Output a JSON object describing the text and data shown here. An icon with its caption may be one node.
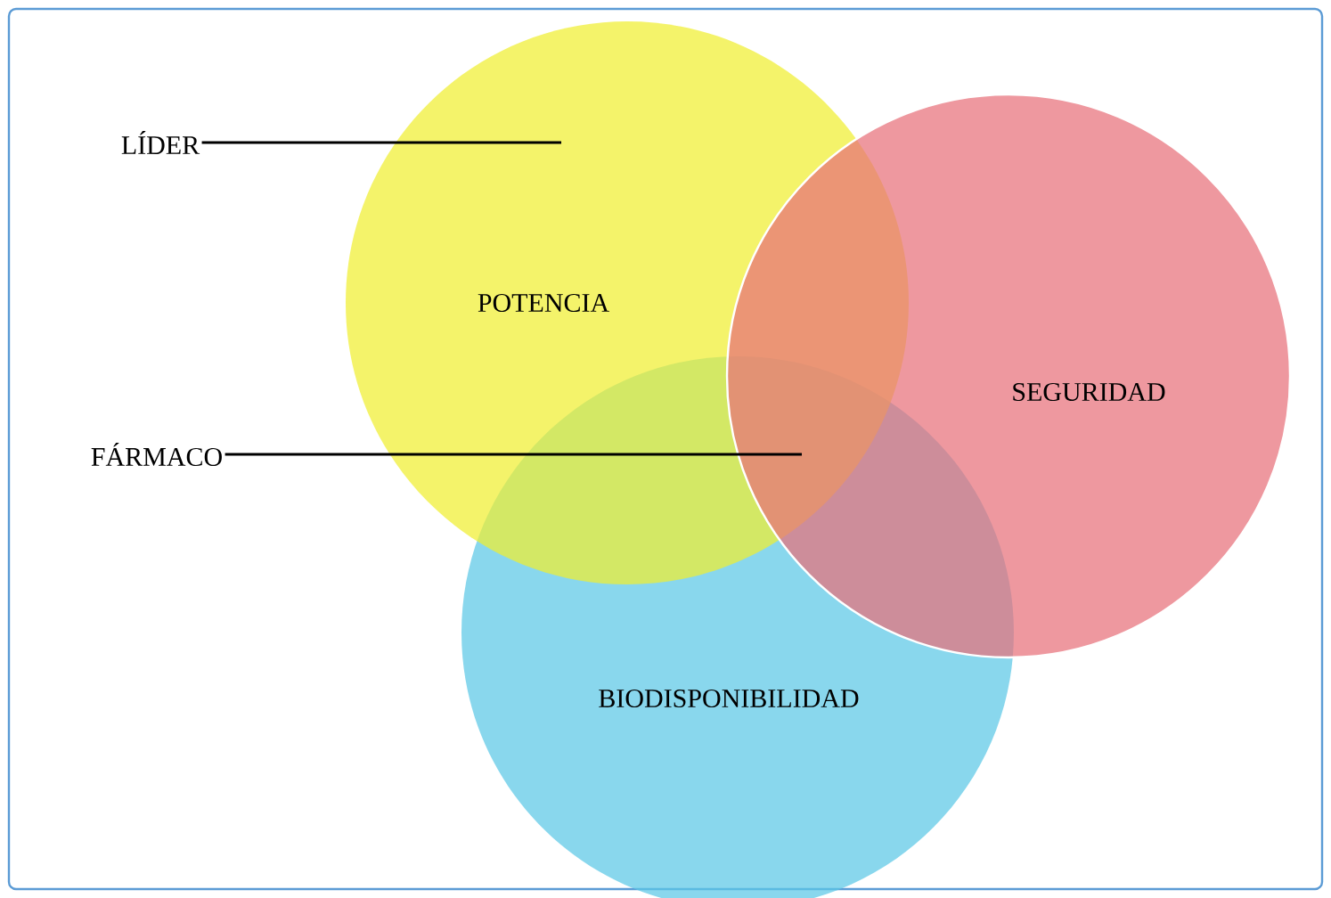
{
  "diagram": {
    "nodes": [
      {
        "text": [
          "POTENCIA"
        ]
      },
      {
        "text": [
          "SEGURIDAD"
        ]
      },
      {
        "text": [
          "BIODISPONIBILIDAD"
        ]
      },
      {
        "text": [
          "LÍDER"
        ]
      },
      {
        "text": [
          "FÁRMACO"
        ]
      }
    ],
    "edges": [
      {
        "from": 3,
        "to": 0,
        "arrow": "none"
      },
      {
        "from": 4,
        "to": 2,
        "arrow": "none"
      }
    ]
  }
}
